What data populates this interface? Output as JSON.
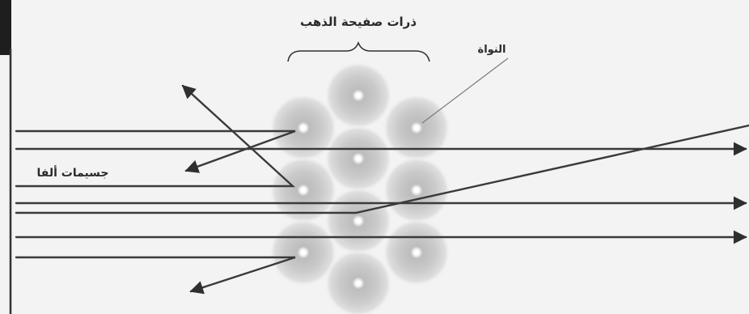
{
  "labels": {
    "gold_foil_atoms": "ذرات صفيحة الذهب",
    "nucleus": "النواة",
    "alpha_particles": "جسيمات ألفا"
  },
  "colors": {
    "background": "#f3f3f3",
    "track": "#3a3a3a",
    "atom_cloud": "#c4c4c4",
    "nucleus": "#ffffff"
  }
}
